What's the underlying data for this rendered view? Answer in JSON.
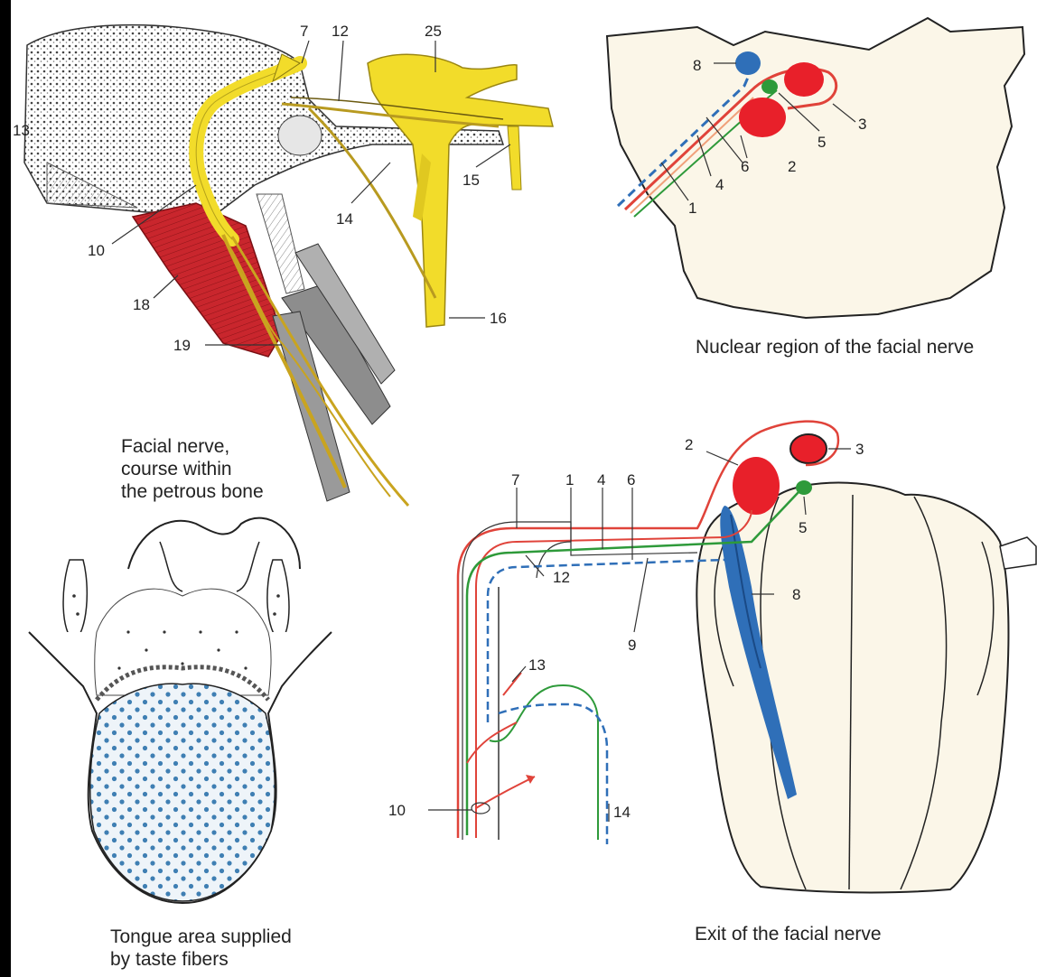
{
  "colors": {
    "nerve_yellow": "#f2dc2a",
    "muscle_red": "#c9262d",
    "nucleus_red": "#e8202a",
    "fiber_red": "#e0433a",
    "fiber_green": "#2e9a3a",
    "fiber_blue": "#2f6fb8",
    "brainstem_fill": "#fbf6e8",
    "taste_dots": "#3f7fb3"
  },
  "panels": {
    "petrous": {
      "caption": "Facial nerve,\ncourse within\nthe petrous bone",
      "labels": [
        "7",
        "12",
        "25",
        "13",
        "15",
        "14",
        "10",
        "18",
        "16",
        "19"
      ]
    },
    "nuclear": {
      "caption": "Nuclear region of the facial nerve",
      "labels": [
        "8",
        "3",
        "5",
        "6",
        "2",
        "4",
        "1"
      ]
    },
    "tongue": {
      "caption": "Tongue area supplied\nby taste fibers"
    },
    "exit": {
      "caption": "Exit of the facial nerve",
      "labels": [
        "2",
        "3",
        "7",
        "1",
        "4",
        "6",
        "5",
        "8",
        "12",
        "9",
        "13",
        "10",
        "14"
      ]
    }
  }
}
